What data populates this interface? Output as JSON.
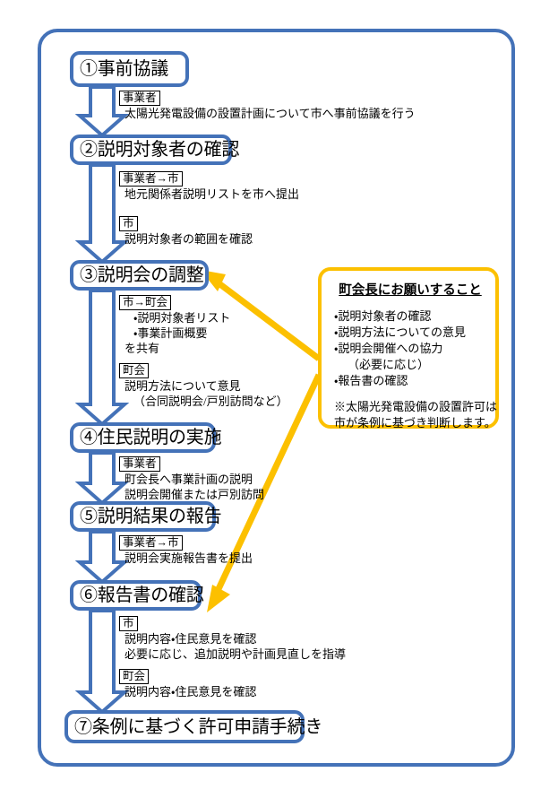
{
  "diagram": {
    "title_present": false,
    "colors": {
      "blue": "#4472b8",
      "orange": "#fcc000",
      "text": "#000000",
      "background": "#ffffff"
    }
  },
  "steps": [
    {
      "id": "step1",
      "label": "①事前協議"
    },
    {
      "id": "step2",
      "label": "②説明対象者の確認"
    },
    {
      "id": "step3",
      "label": "③説明会の調整"
    },
    {
      "id": "step4",
      "label": "④住民説明の実施"
    },
    {
      "id": "step5",
      "label": "⑤説明結果の報告"
    },
    {
      "id": "step6",
      "label": "⑥報告書の確認"
    },
    {
      "id": "step7",
      "label": "⑦条例に基づく許可申請手続き"
    }
  ],
  "annotations": [
    {
      "id": "anno1",
      "actor": "事業者",
      "lines": [
        "太陽光発電設備の設置計画について市へ事前協議を行う"
      ]
    },
    {
      "id": "anno2a",
      "actor": "事業者→市",
      "lines": [
        "地元関係者説明リストを市へ提出"
      ]
    },
    {
      "id": "anno2b",
      "actor": "市",
      "lines": [
        "説明対象者の範囲を確認"
      ]
    },
    {
      "id": "anno3a",
      "actor": "市→町会",
      "lines": [
        "・説明対象者リスト",
        "・事業計画概要",
        "を共有"
      ]
    },
    {
      "id": "anno3b",
      "actor": "町会",
      "lines": [
        "説明方法について意見",
        "（合同説明会/戸別訪問など）"
      ]
    },
    {
      "id": "anno4",
      "actor": "事業者",
      "lines": [
        "町会長へ事業計画の説明",
        "説明会開催または戸別訪問"
      ]
    },
    {
      "id": "anno5",
      "actor": "事業者→市",
      "lines": [
        "説明会実施報告書を提出"
      ]
    },
    {
      "id": "anno6a",
      "actor": "市",
      "lines": [
        "説明内容・住民意見を確認",
        "必要に応じ、追加説明や計画見直しを指導"
      ]
    },
    {
      "id": "anno6b",
      "actor": "町会",
      "lines": [
        "説明内容・住民意見を確認"
      ]
    }
  ],
  "note_box": {
    "title": "町会長にお願いすること",
    "items": [
      "・説明対象者の確認",
      "・説明方法についての意見",
      "・説明会開催への協力",
      "（必要に応じ）",
      "・報告書の確認"
    ],
    "footer_lines": [
      "※太陽光発電設備の設置許可は",
      "市が条例に基づき判断します。"
    ]
  }
}
